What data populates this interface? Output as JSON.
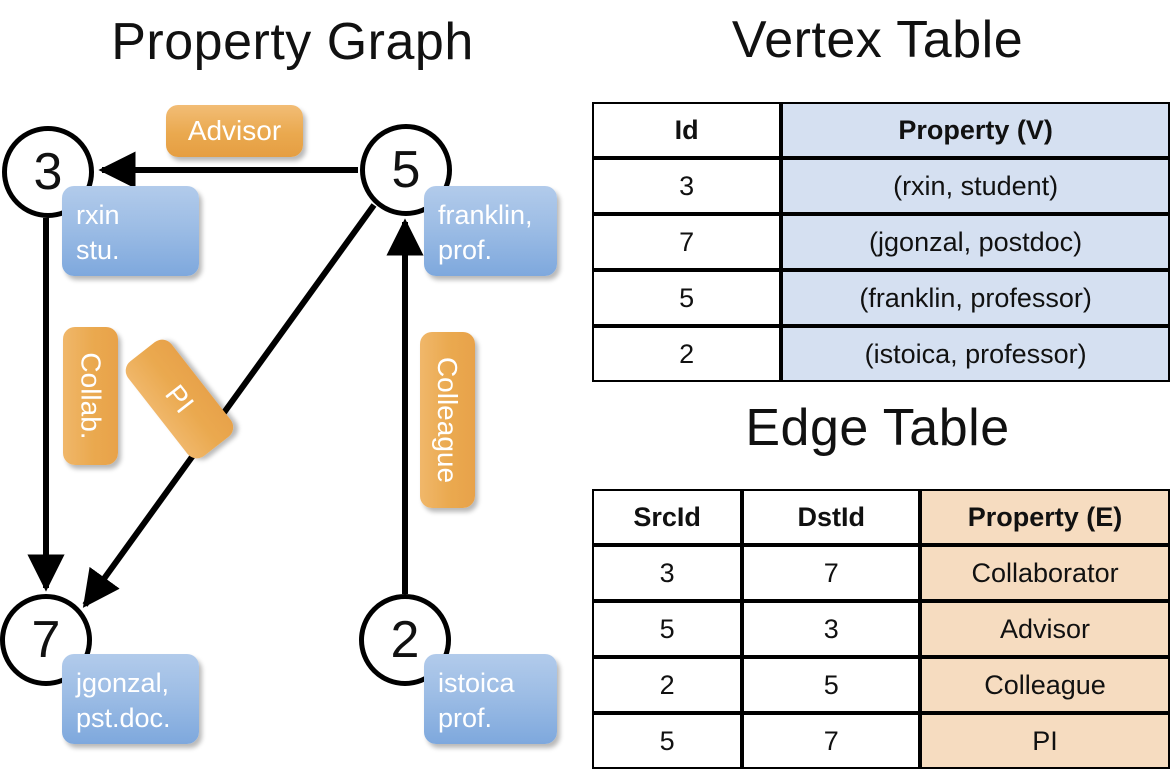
{
  "titles": {
    "graph": "Property Graph",
    "vertex_table": "Vertex Table",
    "edge_table": "Edge Table"
  },
  "graph": {
    "nodes": [
      {
        "id": "3",
        "name": "rxin",
        "role": "stu."
      },
      {
        "id": "5",
        "name": "franklin,",
        "role": "prof."
      },
      {
        "id": "7",
        "name": "jgonzal,",
        "role": "pst.doc."
      },
      {
        "id": "2",
        "name": "istoica",
        "role": "prof."
      }
    ],
    "edge_labels": [
      {
        "text": "Advisor"
      },
      {
        "text": "Collab."
      },
      {
        "text": "PI"
      },
      {
        "text": "Colleague"
      }
    ],
    "colors": {
      "node_fill": "#ffffff",
      "node_stroke": "#000000",
      "property_box": "#9dbde5",
      "edge_label_box": "#eaa94f",
      "edge_line": "#000000"
    }
  },
  "vertex_table": {
    "headers": [
      "Id",
      "Property (V)"
    ],
    "rows": [
      [
        "3",
        "(rxin, student)"
      ],
      [
        "7",
        "(jgonzal, postdoc)"
      ],
      [
        "5",
        "(franklin, professor)"
      ],
      [
        "2",
        "(istoica, professor)"
      ]
    ],
    "header_fill": "#d5e0f1"
  },
  "edge_table": {
    "headers": [
      "SrcId",
      "DstId",
      "Property (E)"
    ],
    "rows": [
      [
        "3",
        "7",
        "Collaborator"
      ],
      [
        "5",
        "3",
        "Advisor"
      ],
      [
        "2",
        "5",
        "Colleague"
      ],
      [
        "5",
        "7",
        "PI"
      ]
    ],
    "header_fill": "#f6dcc0"
  }
}
